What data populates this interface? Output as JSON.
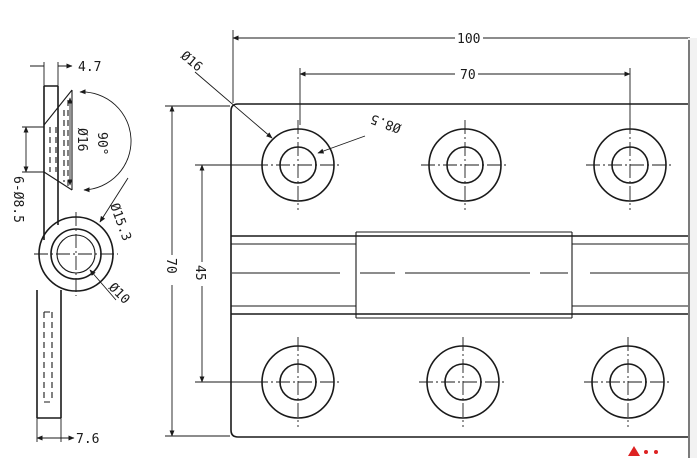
{
  "side_view": {
    "thickness_top": "4.7",
    "thickness_bottom": "7.6",
    "countersink_dia": "Ø16",
    "countersink_angle": "90°",
    "hole_spec": "6-Ø8.5",
    "knuckle_outer_dia": "Ø15.3",
    "pin_dia": "Ø10"
  },
  "front_view": {
    "overall_width": "100",
    "hole_pitch_x": "70",
    "overall_height": "70",
    "hole_pitch_y": "45",
    "countersink_dia": "Ø16",
    "hole_dia": "Ø8.5"
  }
}
